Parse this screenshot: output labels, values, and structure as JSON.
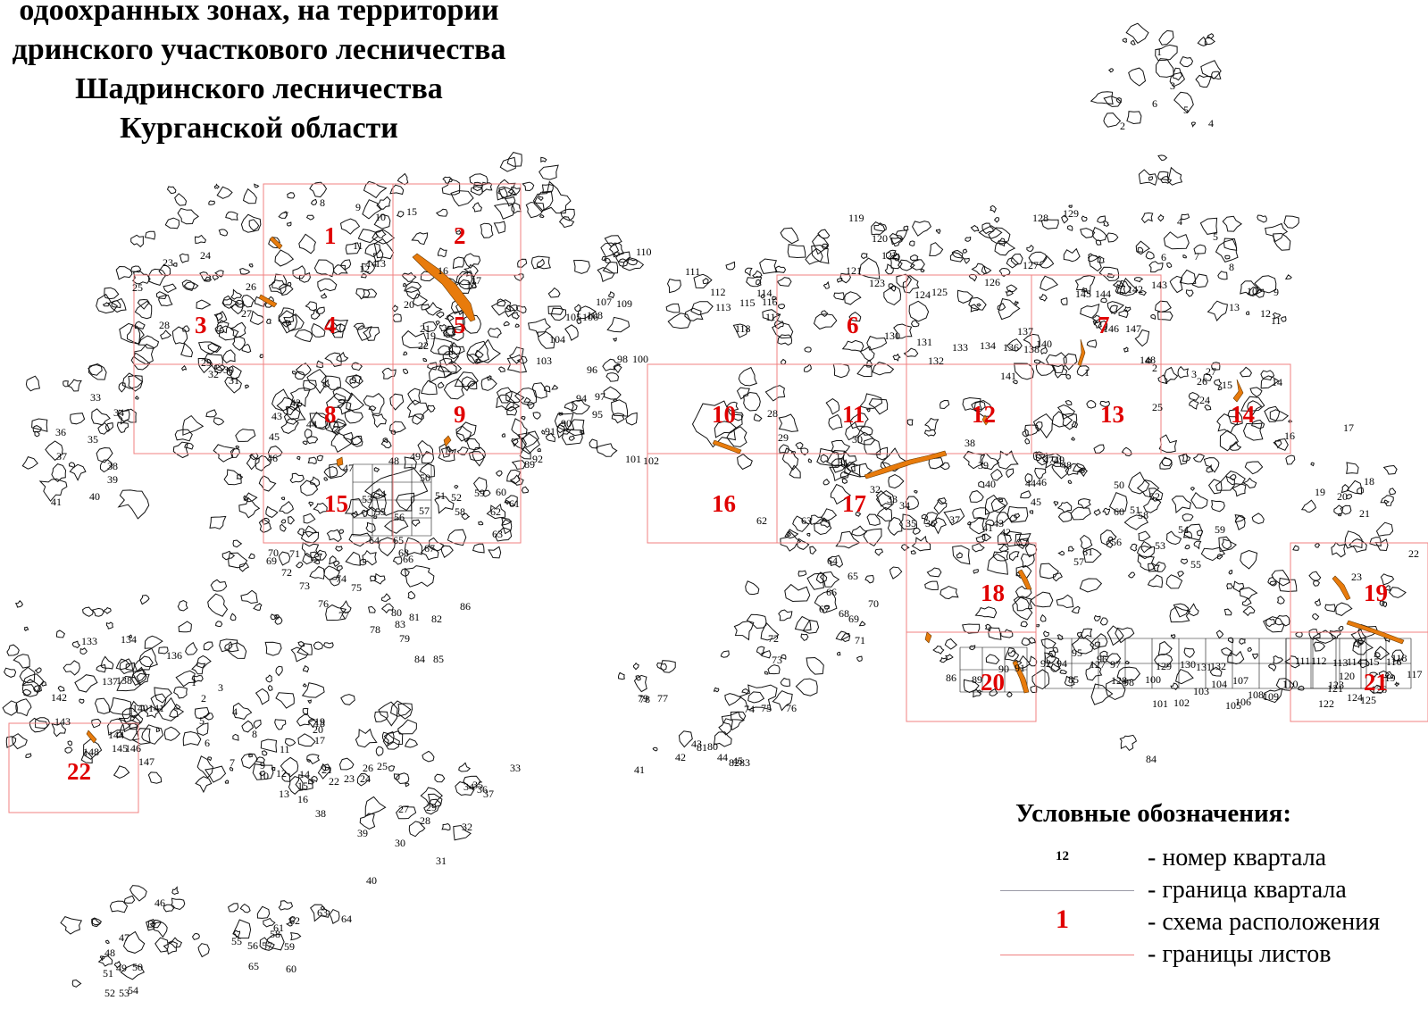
{
  "title_lines": [
    "одоохранных зонах, на территории",
    "дринского участкового лесничества",
    "Шадринского лесничества",
    "Курганской области"
  ],
  "legend": {
    "title": "Условные обозначения:",
    "items": [
      {
        "symbol": "12",
        "symbol_type": "quarter-number",
        "text": "- номер квартала"
      },
      {
        "symbol": "",
        "symbol_type": "quarter-boundary-line",
        "text": "- граница квартала"
      },
      {
        "symbol": "1",
        "symbol_type": "sheet-number",
        "text": "- схема расположения"
      },
      {
        "symbol": "",
        "symbol_type": "sheet-boundary-line",
        "text": "- границы листов"
      }
    ]
  },
  "colors": {
    "sheet_boundary": "#f08080",
    "sheet_number": "#e00000",
    "quarter_boundary": "#111111",
    "highlight_fill": "#e87b0c",
    "quarter_number": "#000000"
  },
  "sheet_numbers": [
    "1",
    "2",
    "3",
    "4",
    "5",
    "6",
    "7",
    "8",
    "9",
    "10",
    "11",
    "12",
    "13",
    "14",
    "15",
    "16",
    "17",
    "18",
    "19",
    "20",
    "21",
    "22"
  ],
  "quarter_numbers_sample": [
    "1",
    "2",
    "3",
    "4",
    "5",
    "6",
    "7",
    "8",
    "9",
    "10",
    "11",
    "12",
    "13",
    "14",
    "15",
    "16",
    "17",
    "18",
    "19",
    "20",
    "21",
    "22",
    "23",
    "24",
    "25",
    "26",
    "27",
    "28",
    "29",
    "30",
    "31",
    "32",
    "33",
    "34",
    "35",
    "36",
    "37",
    "38",
    "39",
    "40",
    "41",
    "42",
    "43",
    "44",
    "45",
    "46",
    "47",
    "48",
    "49",
    "50",
    "51",
    "52",
    "53",
    "54",
    "55",
    "56",
    "57",
    "58",
    "59",
    "60",
    "61",
    "62",
    "63",
    "64",
    "65",
    "66",
    "67",
    "68",
    "69",
    "70",
    "71",
    "72",
    "73",
    "74",
    "75",
    "76",
    "77",
    "78",
    "79",
    "80",
    "81",
    "82",
    "83",
    "84",
    "85",
    "86",
    "89",
    "90",
    "91",
    "92",
    "94",
    "95",
    "96",
    "97",
    "98",
    "100",
    "101",
    "102",
    "103",
    "104",
    "105",
    "106",
    "107",
    "108",
    "109",
    "110",
    "111",
    "112",
    "113",
    "114",
    "115",
    "116",
    "117",
    "118",
    "119",
    "120",
    "121",
    "122",
    "123",
    "124",
    "125",
    "126",
    "127",
    "128",
    "129",
    "130",
    "131",
    "132",
    "133",
    "134",
    "136",
    "137",
    "138",
    "140",
    "141",
    "142",
    "143",
    "144",
    "145",
    "146",
    "147",
    "148"
  ]
}
